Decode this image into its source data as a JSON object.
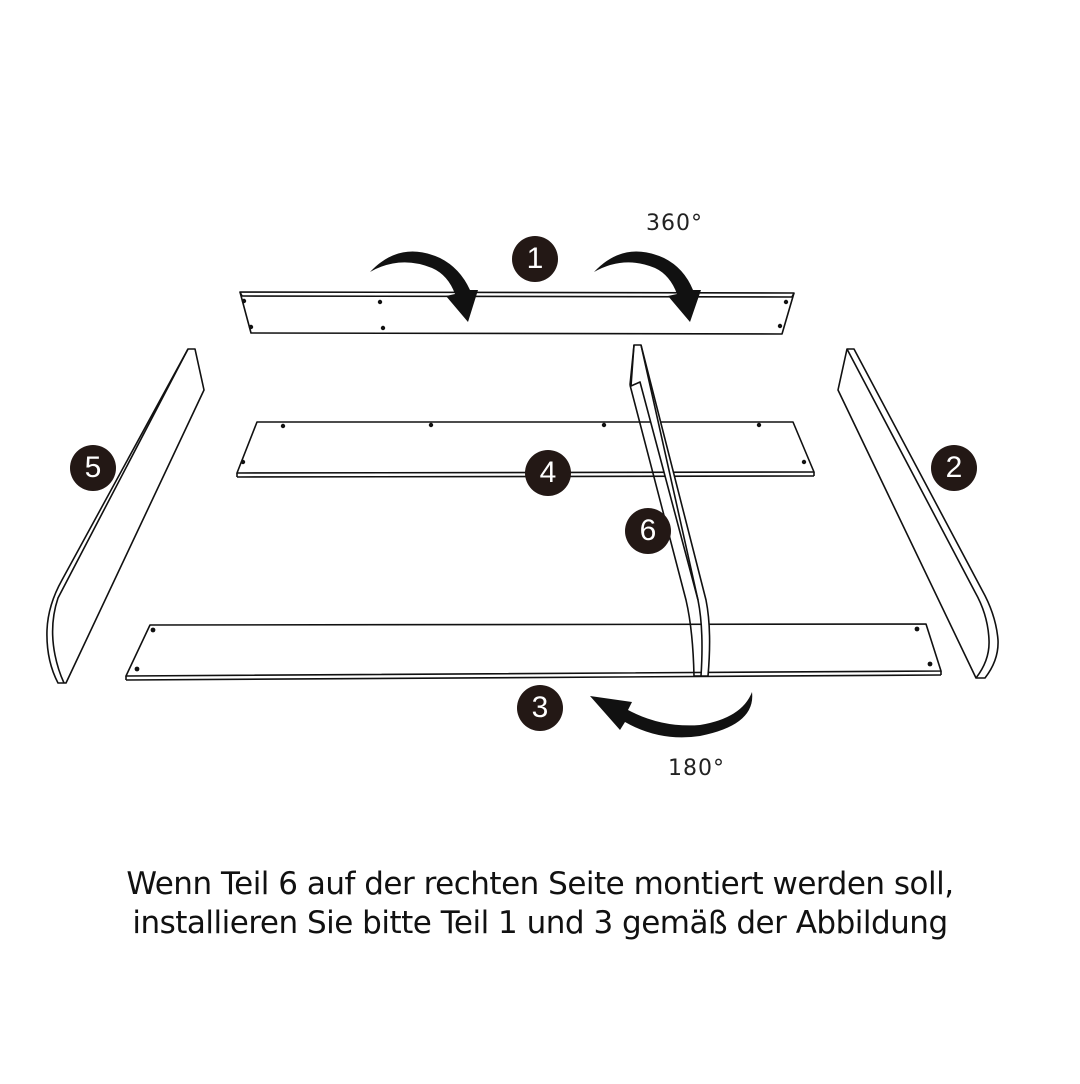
{
  "diagram": {
    "colors": {
      "badge_bg": "#231815",
      "badge_text": "#ffffff",
      "line": "#111111",
      "background": "#ffffff"
    },
    "parts": [
      {
        "id": "1",
        "label": "1",
        "description": "top rail (to be rotated 360°)"
      },
      {
        "id": "2",
        "label": "2",
        "description": "right side panel"
      },
      {
        "id": "3",
        "label": "3",
        "description": "bottom front rail (to be rotated 180°)"
      },
      {
        "id": "4",
        "label": "4",
        "description": "middle rail"
      },
      {
        "id": "5",
        "label": "5",
        "description": "left side panel"
      },
      {
        "id": "6",
        "label": "6",
        "description": "divider panel"
      }
    ],
    "rotation_labels": {
      "top": "360°",
      "bottom": "180°"
    },
    "arrows": [
      {
        "name": "rotate-arrow-top-left",
        "direction": "clockwise"
      },
      {
        "name": "rotate-arrow-top-right",
        "direction": "clockwise"
      },
      {
        "name": "rotate-arrow-bottom",
        "direction": "counterclockwise"
      }
    ]
  },
  "caption": {
    "line1": "Wenn Teil 6 auf der rechten Seite montiert werden soll,",
    "line2": "installieren Sie bitte Teil 1 und 3 gemäß der Abbildung"
  }
}
